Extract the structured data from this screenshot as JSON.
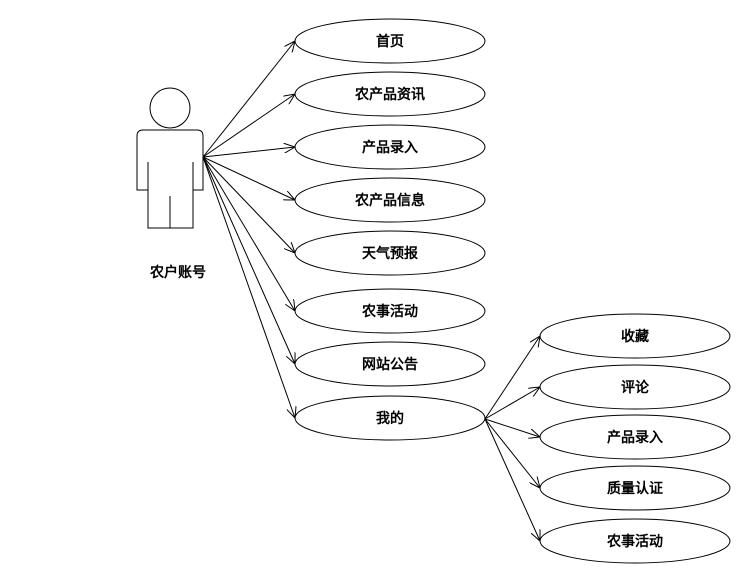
{
  "actor": {
    "label": "农户账号"
  },
  "main_use_cases": [
    {
      "label": "首页"
    },
    {
      "label": "农产品资讯"
    },
    {
      "label": "产品录入"
    },
    {
      "label": "农产品信息"
    },
    {
      "label": "天气预报"
    },
    {
      "label": "农事活动"
    },
    {
      "label": "网站公告"
    },
    {
      "label": "我的"
    }
  ],
  "sub_use_cases": [
    {
      "label": "收藏"
    },
    {
      "label": "评论"
    },
    {
      "label": "产品录入"
    },
    {
      "label": "质量认证"
    },
    {
      "label": "农事活动"
    }
  ]
}
